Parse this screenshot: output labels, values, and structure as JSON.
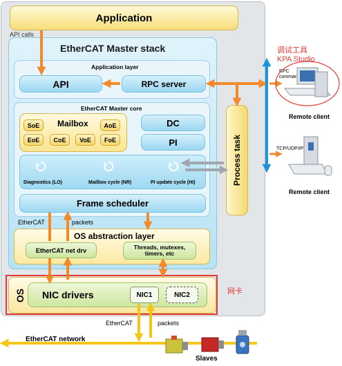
{
  "application": "Application",
  "api_calls": "API calls",
  "master_stack": "EtherCAT Master stack",
  "app_layer": "Application layer",
  "api": "API",
  "rpc_server": "RPC server",
  "master_core": "EtherCAT Master core",
  "mailbox": "Mailbox",
  "chips": {
    "soe": "SoE",
    "aoe": "AoE",
    "eoe": "EoE",
    "coe": "CoE",
    "voe": "VoE",
    "foe": "FoE"
  },
  "dc": "DC",
  "pi": "PI",
  "cycles": {
    "diag": "Diagnostics (LO)",
    "mailbox": "Mailbox cycle (NR)",
    "pi": "PI update cycle (HI)"
  },
  "process_task": "Process task",
  "frame_scheduler": "Frame scheduler",
  "ethercat_packets_left": "EtherCAT",
  "packets_left": "packets",
  "os_abstraction": "OS abstraction layer",
  "net_drv": "EtherCAT net drv",
  "threads": "Threads, mutexes, timers, etc",
  "os": "OS",
  "nic_drivers": "NIC drivers",
  "nic1": "NIC1",
  "nic2": "NIC2",
  "ethercat_bottom": "EtherCAT",
  "packets_bottom": "packets",
  "ethercat_network": "EtherCAT network",
  "slaves": "Slaves",
  "annot_tool": "调试工具",
  "annot_kpa": "KPA Studio",
  "annot_nic": "网卡",
  "rpc_commands": "RPC commands",
  "tcp_udp_ip": "TCP/UDP/IP",
  "remote_client_1": "Remote client",
  "remote_client_2": "Remote client",
  "colors": {
    "orange": "#f2892a",
    "yellow": "#f5c518",
    "blue_arrow": "#1f93d8",
    "gray_arrow": "#a0a6ad",
    "red": "#e53935"
  }
}
